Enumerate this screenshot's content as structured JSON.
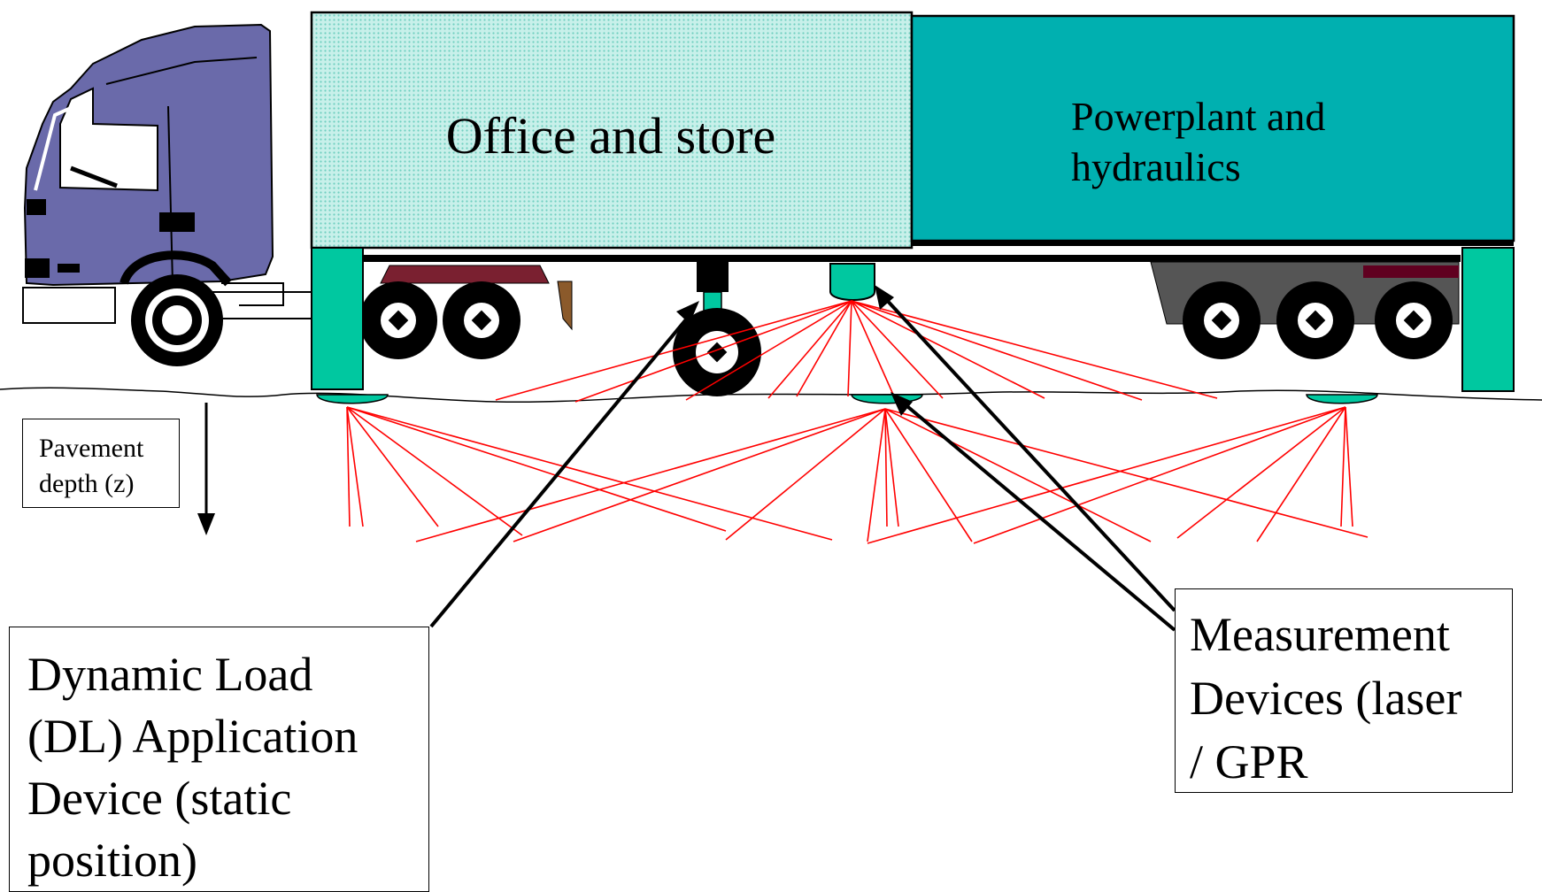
{
  "labels": {
    "office": "Office and store",
    "powerplant": "Powerplant and\nhydraulics",
    "pavement_depth": "Pavement\ndepth (z)",
    "dynamic_load": "Dynamic Load\n(DL) Application\nDevice (static\nposition)",
    "measurement": "Measurement\nDevices (laser\n/ GPR"
  },
  "colors": {
    "cab": "#6a6aaa",
    "office_box": "#b8e8e0",
    "powerplant_box": "#00b0b0",
    "sensor": "#00c8a0",
    "beams": "#ff0000",
    "tyre": "#000000"
  }
}
